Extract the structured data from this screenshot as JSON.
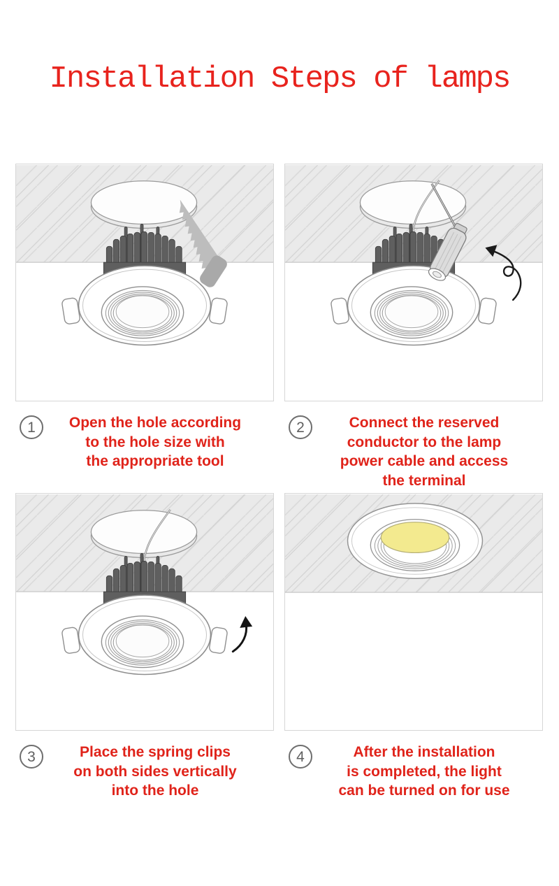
{
  "title": "Installation Steps of lamps",
  "colors": {
    "title_red": "#e8231d",
    "step_text_red": "#e0231a",
    "step_number_gray": "#5f5f5f",
    "ceiling_gray": "#eaeaea",
    "hatch_line_gray": "#d9d9d9",
    "heatsink_gray": "#5f5f5f",
    "outline_gray": "#909090",
    "saw_gray": "#bdbdbd",
    "glow_yellow": "#f3ea8f"
  },
  "steps": [
    {
      "number": "1",
      "illustration": "saw-cut-ceiling-hole",
      "lines": [
        "Open the hole according",
        "to the hole size with",
        "the appropriate tool"
      ]
    },
    {
      "number": "2",
      "illustration": "screwdriver-connect-wires",
      "lines": [
        "Connect the reserved",
        "conductor to the lamp",
        "power cable and access",
        "the terminal"
      ]
    },
    {
      "number": "3",
      "illustration": "insert-lamp-spring-clips",
      "lines": [
        "Place the spring clips",
        "on both sides vertically",
        "into the hole"
      ]
    },
    {
      "number": "4",
      "illustration": "installed-lamp-light-on",
      "lines": [
        "After the installation",
        "is completed, the light",
        "can be turned on for use"
      ]
    }
  ]
}
